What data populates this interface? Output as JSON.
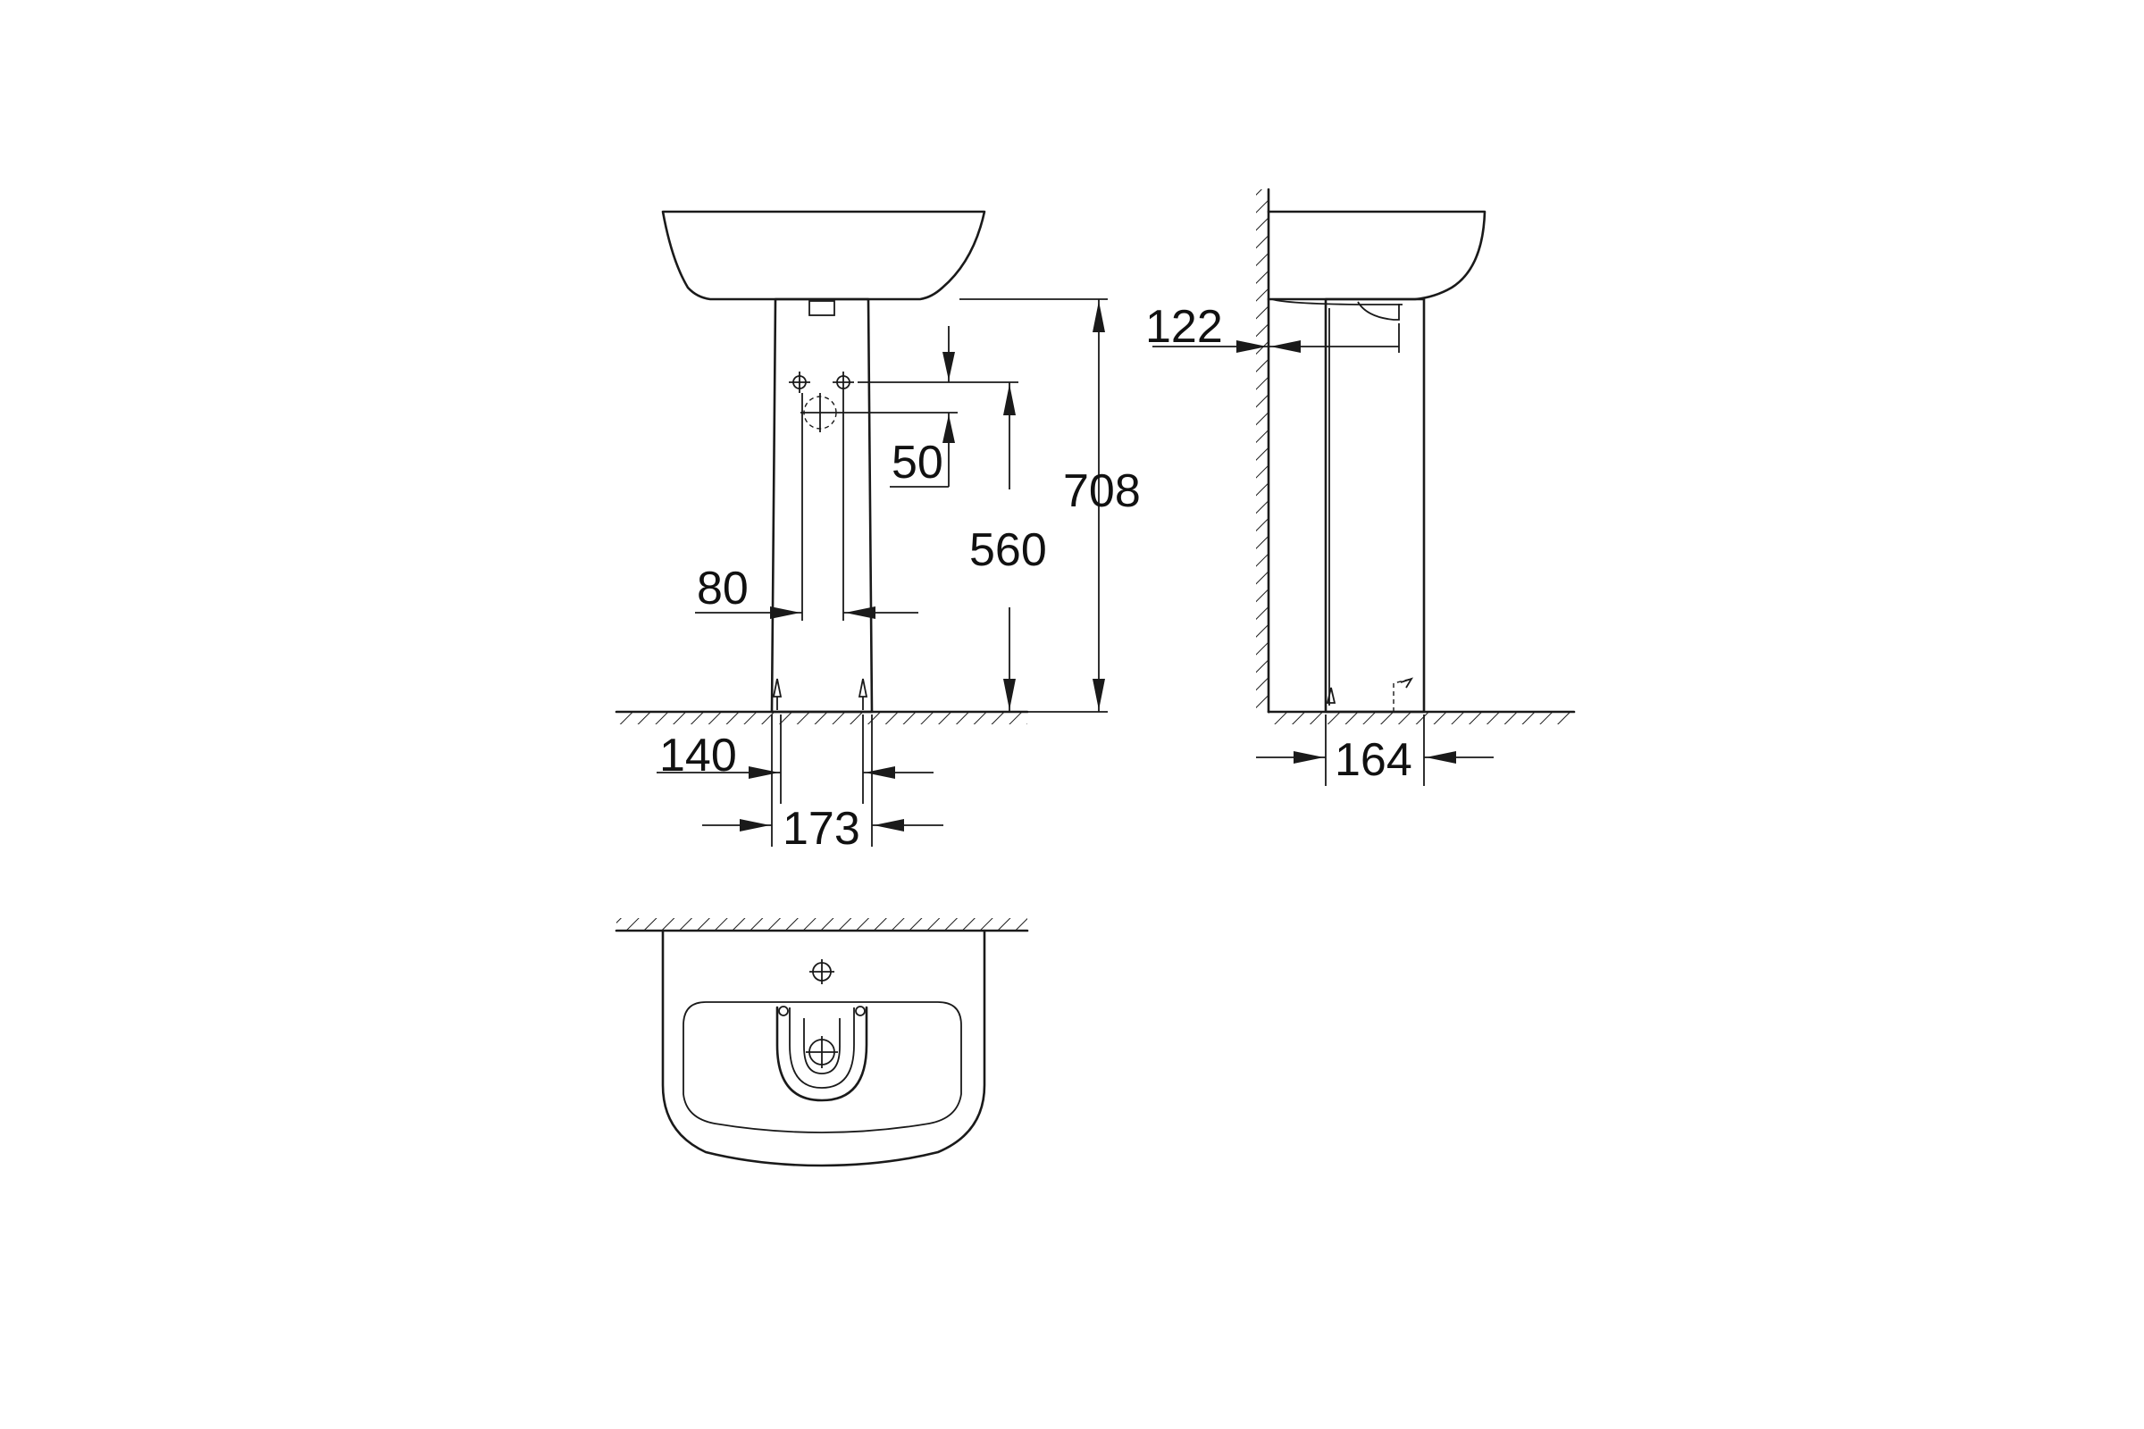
{
  "colors": {
    "line": "#1a1a1a",
    "background": "#ffffff"
  },
  "dimensions": {
    "d708": "708",
    "d560": "560",
    "d50": "50",
    "d80": "80",
    "d140": "140",
    "d173": "173",
    "d122": "122",
    "d164": "164"
  }
}
